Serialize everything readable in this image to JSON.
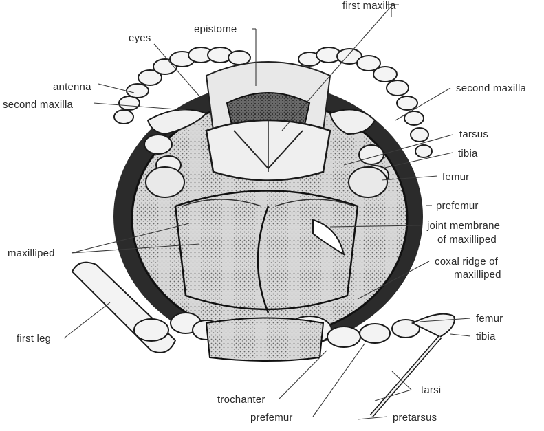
{
  "labels": {
    "first_maxilla": "first maxilla",
    "epistome": "epistome",
    "eyes": "eyes",
    "antenna": "antenna",
    "second_maxilla_left": "second maxilla",
    "second_maxilla_right": "second maxilla",
    "tarsus": "tarsus",
    "tibia_upper": "tibia",
    "femur_upper": "femur",
    "prefemur_upper": "prefemur",
    "joint_membrane_line1": "joint membrane",
    "joint_membrane_line2": "of maxilliped",
    "maxilliped": "maxilliped",
    "coxal_ridge_line1": "coxal ridge of",
    "coxal_ridge_line2": "maxilliped",
    "femur_lower": "femur",
    "tibia_lower": "tibia",
    "first_leg": "first leg",
    "tarsi": "tarsi",
    "trochanter": "trochanter",
    "prefemur_lower": "prefemur",
    "pretarsus": "pretarsus"
  }
}
